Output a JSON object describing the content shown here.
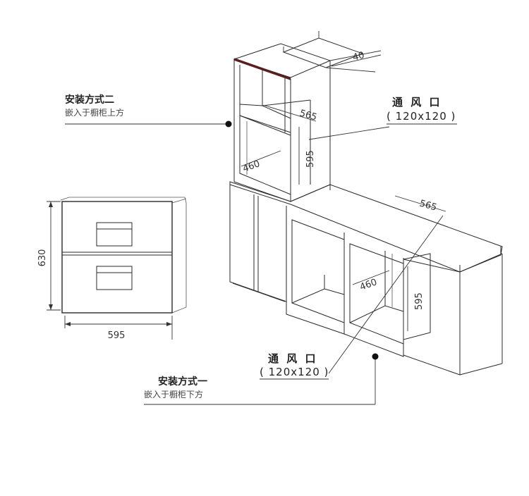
{
  "installation_two": {
    "title": "安装方式二",
    "subtitle": "嵌入于橱柜上方"
  },
  "installation_one": {
    "title": "安装方式一",
    "subtitle": "嵌入于橱柜下方"
  },
  "vent_top": {
    "label": "通 风 口",
    "size": "( 120x120 )"
  },
  "vent_bottom": {
    "label": "通 风 口",
    "size": "( 120x120 )"
  },
  "dimensions": {
    "unit_height": "630",
    "unit_width": "595",
    "top_gap": "40",
    "top_depth": "565",
    "top_inner_depth": "460",
    "top_height": "595",
    "bottom_depth": "565",
    "bottom_inner_depth": "460",
    "bottom_height": "595"
  },
  "colors": {
    "line": "#2a2a2a",
    "accent_edge": "#5a1e1e",
    "background": "#ffffff"
  }
}
